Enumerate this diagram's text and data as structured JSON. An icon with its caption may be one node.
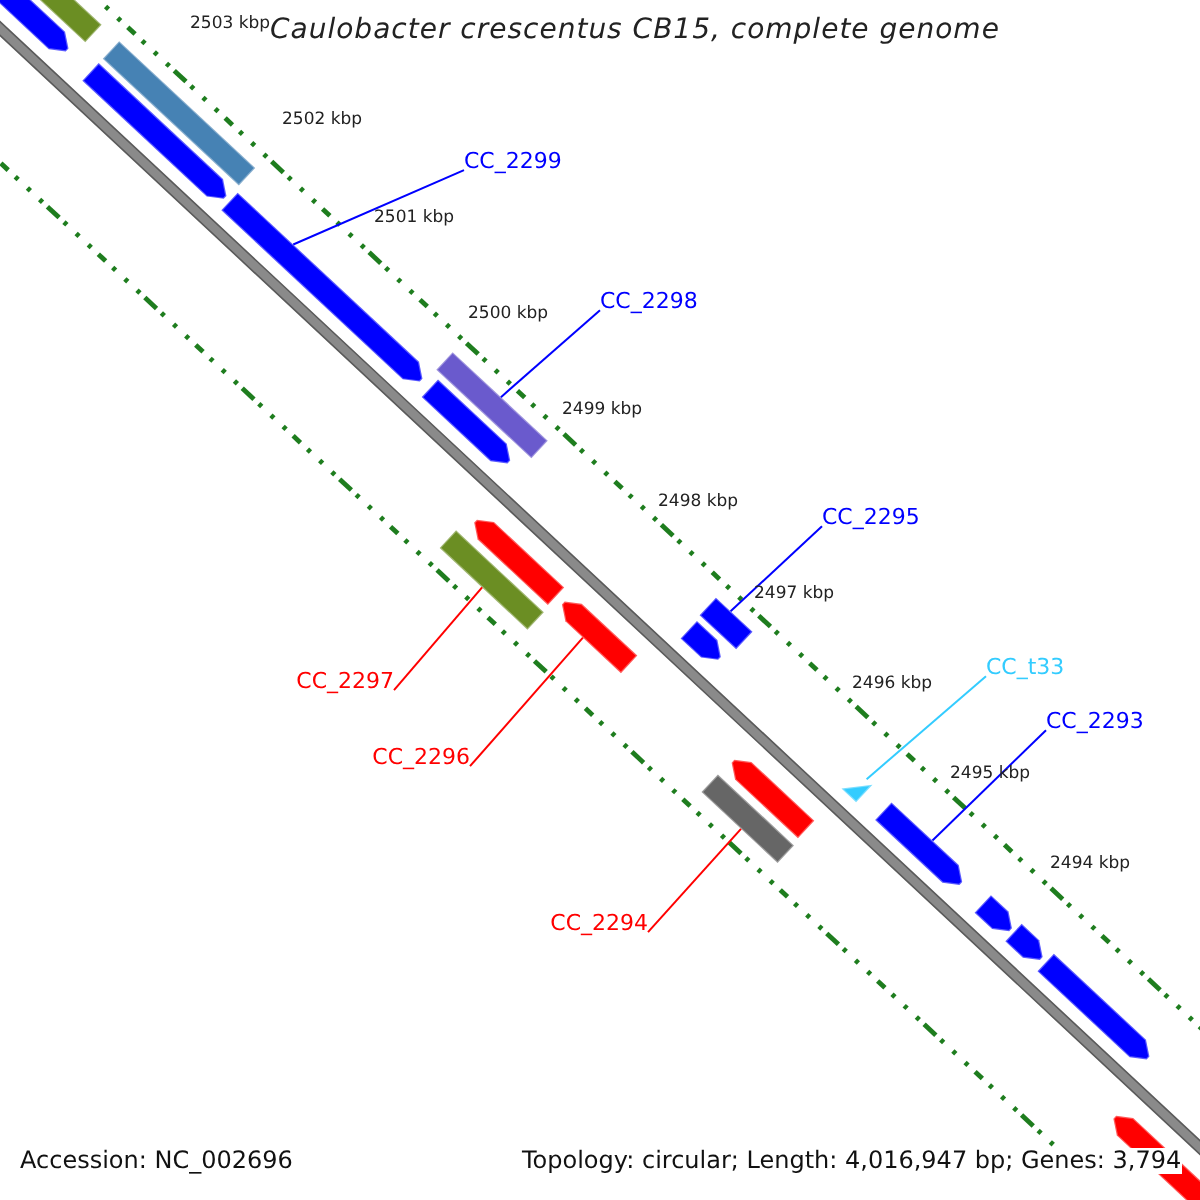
{
  "diagram": {
    "title": "Caulobacter crescentus CB15, complete genome",
    "nodes": [
      {
        "text": [
          "CC_2299"
        ]
      },
      {
        "text": [],
        "shape": "arrow"
      },
      {
        "text": [
          "CC_2298"
        ]
      },
      {
        "text": [],
        "shape": "bar"
      },
      {
        "text": [
          "CC_2295"
        ]
      },
      {
        "text": [],
        "shape": "bar"
      },
      {
        "text": [
          "CC_t33"
        ]
      },
      {
        "text": [],
        "shape": "triangle"
      },
      {
        "text": [
          "CC_2297"
        ]
      },
      {
        "text": [],
        "shape": "bar"
      },
      {
        "text": [
          "CC_2293"
        ]
      },
      {
        "text": [],
        "shape": "arrow"
      },
      {
        "text": [
          "CC_2296"
        ]
      },
      {
        "text": [],
        "shape": "arrow"
      },
      {
        "text": [
          "CC_2294"
        ]
      },
      {
        "text": [],
        "shape": "bar"
      },
      {
        "text": [],
        "shape": "arrow"
      },
      {
        "text": [],
        "shape": "bar"
      },
      {
        "text": [],
        "shape": "bar"
      },
      {
        "text": [],
        "shape": "arrow"
      },
      {
        "text": [],
        "shape": "arrow"
      },
      {
        "text": [],
        "shape": "arrow"
      },
      {
        "text": [],
        "shape": "arrow"
      },
      {
        "text": [],
        "shape": "arrow"
      },
      {
        "text": [],
        "shape": "arrow"
      },
      {
        "text": [],
        "shape": "arrow"
      },
      {
        "text": [],
        "shape": "arrow"
      },
      {
        "text": [],
        "shape": "arrow"
      }
    ],
    "edges": [
      {
        "from": 0,
        "to": 1,
        "arrow": "none"
      },
      {
        "from": 2,
        "to": 3,
        "arrow": "none"
      },
      {
        "from": 4,
        "to": 5,
        "arrow": "none"
      },
      {
        "from": 6,
        "to": 7,
        "arrow": "none",
        "color": "#33ccff"
      },
      {
        "from": 8,
        "to": 9,
        "arrow": "none",
        "color": "#ff0000"
      },
      {
        "from": 10,
        "to": 11,
        "arrow": "none"
      },
      {
        "from": 12,
        "to": 13,
        "arrow": "none",
        "color": "#ff0000"
      },
      {
        "from": 14,
        "to": 15,
        "arrow": "none",
        "color": "#ff0000"
      }
    ],
    "labels": [
      "2503 kbp",
      "2502 kbp",
      "2501 kbp",
      "2500 kbp",
      "2499 kbp",
      "2498 kbp",
      "2497 kbp",
      "2496 kbp",
      "2495 kbp",
      "2494 kbp",
      "Accession: NC_002696",
      "Topology: circular; Length: 4,016,947 bp; Genes: 3,794"
    ]
  }
}
